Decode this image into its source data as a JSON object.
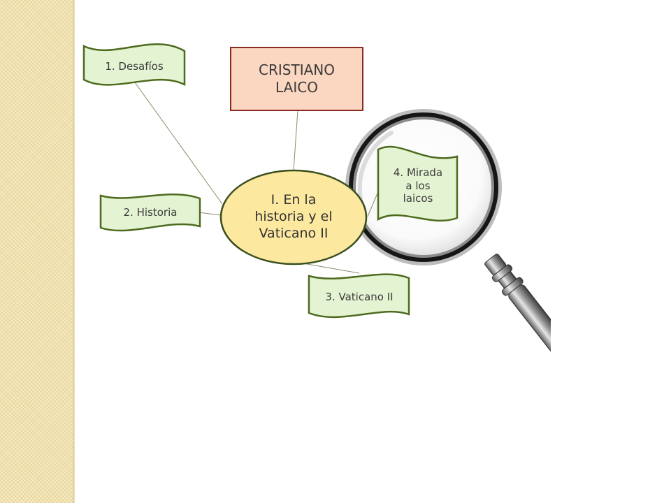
{
  "colors": {
    "sidebar": "#f1e1ac",
    "title_fill": "#fbd6c0",
    "title_border": "#8b2c22",
    "center_fill": "#fde8a0",
    "center_border": "#3a4f1e",
    "banner_fill": "#e4f3d2",
    "banner_border": "#4d6b1f",
    "connector": "#8a8a6a"
  },
  "icons": {
    "magnifier": "magnifying-glass-icon"
  },
  "diagram": {
    "title_line1": "CRISTIANO",
    "title_line2": "LAICO",
    "center_line1": "I. En la",
    "center_line2": "historia y el",
    "center_line3": "Vaticano II",
    "branch_desafios": "1. Desafíos",
    "branch_historia": "2. Historia",
    "branch_vaticano": "3. Vaticano II",
    "branch_mirada_line1": "4. Mirada",
    "branch_mirada_line2": "a los",
    "branch_mirada_line3": "laicos"
  }
}
